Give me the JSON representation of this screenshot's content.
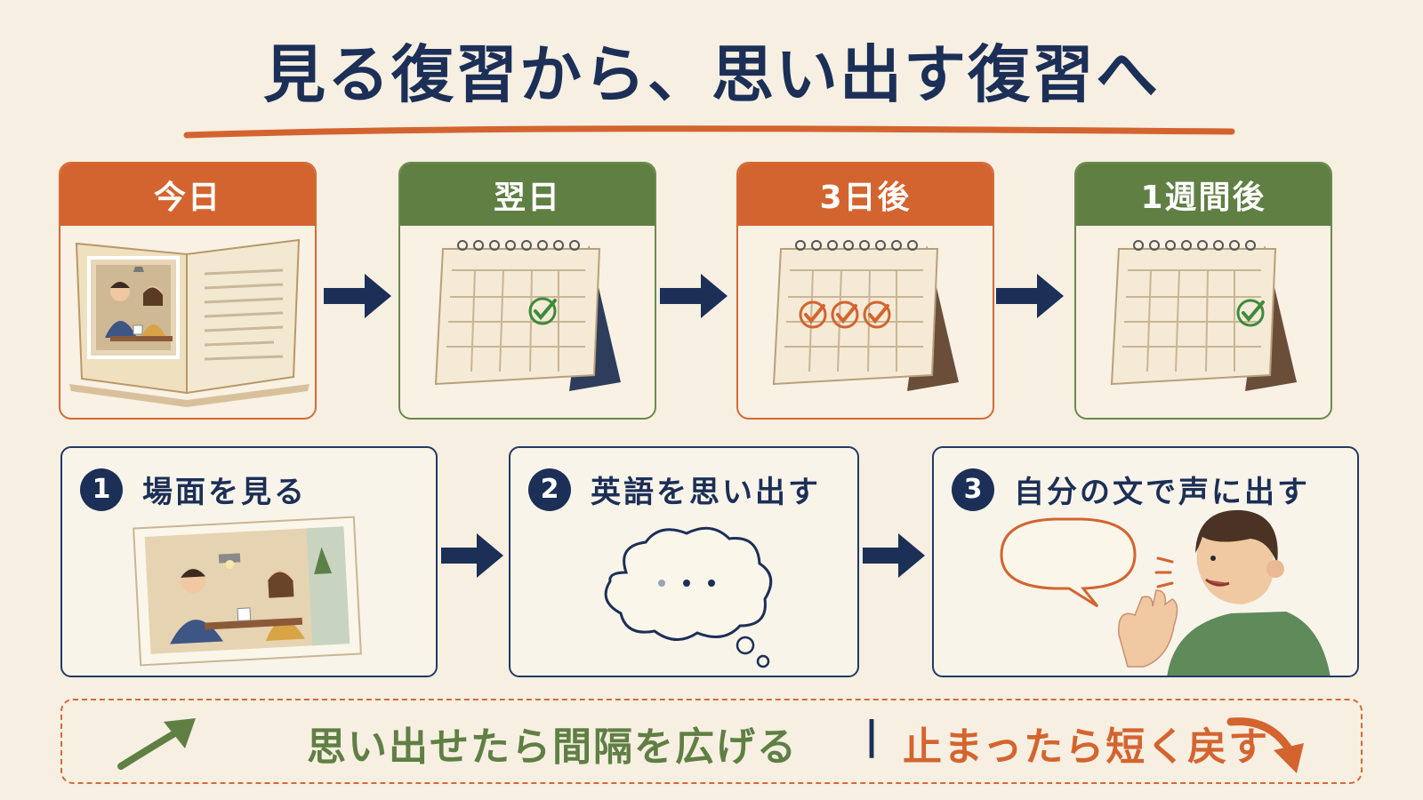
{
  "title": "見る復習から、思い出す復習へ",
  "stages": [
    {
      "label": "今日",
      "color": "#d4642f",
      "illustration": "open-book-scene"
    },
    {
      "label": "翌日",
      "color": "#5f7f43",
      "illustration": "calendar-one-check"
    },
    {
      "label": "3日後",
      "color": "#d4642f",
      "illustration": "calendar-three-checks"
    },
    {
      "label": "1週間後",
      "color": "#5f7f43",
      "illustration": "calendar-one-check"
    }
  ],
  "steps": [
    {
      "number": "1",
      "label": "場面を見る",
      "illustration": "cafe-photo"
    },
    {
      "number": "2",
      "label": "英語を思い出す",
      "illustration": "thought-bubble"
    },
    {
      "number": "3",
      "label": "自分の文で声に出す",
      "illustration": "speaking-person"
    }
  ],
  "banner": {
    "left_text": "思い出せたら間隔を広げる",
    "separator": "|",
    "right_text": "止まったら短く戻す"
  },
  "colors": {
    "navy": "#1b2f57",
    "orange": "#d4642f",
    "green": "#5f7f43",
    "background": "#f6efe2"
  }
}
